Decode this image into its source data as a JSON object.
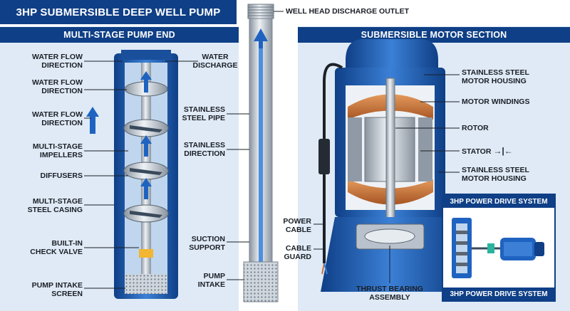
{
  "title": "3HP SUBMERSIBLE DEEP WELL PUMP",
  "pump_end": {
    "heading": "MULTI-STAGE PUMP END",
    "left_labels": [
      [
        "WATER FLOW",
        "DIRECTION"
      ],
      [
        "WATER FLOW",
        "DIRECTION"
      ],
      [
        "WATER FLOW",
        "DIRECTION"
      ],
      [
        "MULTI-STAGE",
        "IMPELLERS"
      ],
      [
        "DIFFUSERS"
      ],
      [
        "MULTI-STAGE",
        "STEEL CASING"
      ],
      [
        "BUILT-IN",
        "CHECK VALVE"
      ],
      [
        "PUMP INTAKE",
        "SCREEN"
      ]
    ],
    "discharge_label": [
      "WATER",
      "DISCHARGE"
    ]
  },
  "pipe": {
    "outlet_label": "WELL HEAD DISCHARGE OUTLET",
    "labels": [
      [
        "STAINLESS",
        "STEEL PIPE"
      ],
      [
        "STAINLESS",
        "DIRECTION"
      ],
      [
        "SUCTION",
        "SUPPORT"
      ],
      [
        "PUMP",
        "INTAKE"
      ]
    ]
  },
  "motor": {
    "heading": "SUBMERSIBLE MOTOR SECTION",
    "right_labels": [
      [
        "STAINLESS STEEL",
        "MOTOR HOUSING"
      ],
      [
        "MOTOR WINDINGS"
      ],
      [
        "ROTOR"
      ],
      [
        "STATOR"
      ],
      [
        "STAINLESS STEEL",
        "MOTOR HOUSING"
      ]
    ],
    "cable_labels": [
      [
        "POWER",
        "CABLE"
      ],
      [
        "CABLE",
        "GUARD"
      ]
    ],
    "bearing_label": [
      "THRUST BEARING",
      "ASSEMBLY"
    ],
    "stator_symbol": "→|←"
  },
  "inset": {
    "title": "3HP POWER DRIVE SYSTEM",
    "footer": "3HP POWER DRIVE SYSTEM"
  },
  "colors": {
    "navy": "#0f3f86",
    "blue": "#1f63c1",
    "light_blue": "#7fb2e6",
    "panel_bg": "#dfeaf6",
    "steel": "#b9c2cc",
    "copper": "#c8733a"
  }
}
